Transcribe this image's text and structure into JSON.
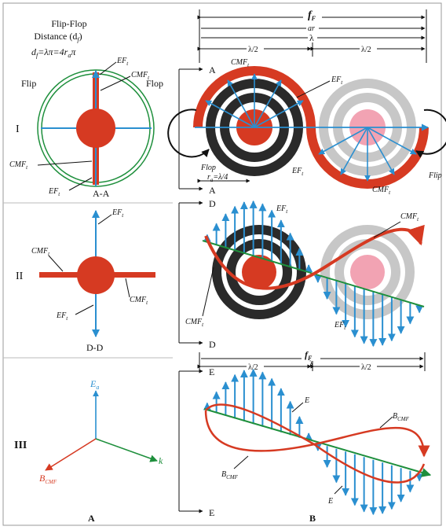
{
  "colors": {
    "red": "#d63a22",
    "green": "#1e8f3c",
    "blue": "#2a8fd0",
    "dark": "#2a2a2a",
    "grey": "#c7c7c7",
    "pink": "#f2a3b3"
  },
  "panel_A": {
    "title": "Flip-Flop",
    "title2": "Distance (d",
    "title2_sub": "f",
    "title2_end": ")",
    "formula": "d",
    "formula_sub": "f",
    "formula_rest": "=λπ=4r",
    "formula_sub2": "a",
    "formula_end": "π",
    "flip": "Flip",
    "flop": "Flop",
    "roman1": "I",
    "roman2": "II",
    "roman3": "III",
    "section_aa": "A-A",
    "section_dd": "D-D",
    "ef": "EF",
    "ef_sub": "t",
    "cmf": "CMF",
    "cmf_sub": "t",
    "axis_e": "E",
    "axis_e_sub": "a",
    "axis_b": "B",
    "axis_b_sub": "CMF",
    "axis_k": "k",
    "label": "A"
  },
  "panel_B": {
    "ff": "f",
    "ff_sub": "F",
    "ar": "ar",
    "lambda": "λ",
    "half_lambda": "λ/2",
    "ra": "r",
    "ra_sub": "a",
    "ra_rest": "=λ/4",
    "sec_a": "A",
    "sec_d": "D",
    "sec_e": "E",
    "flop": "Flop",
    "flip": "Flip",
    "e": "E",
    "b": "B",
    "b_sub": "CMF",
    "label": "B"
  }
}
